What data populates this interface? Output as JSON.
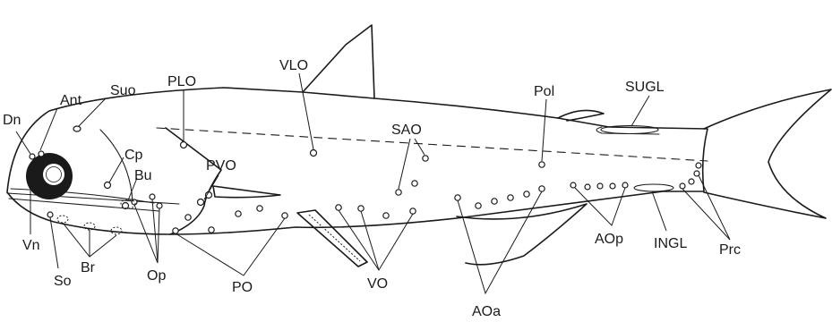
{
  "labels": {
    "dn": "Dn",
    "ant": "Ant",
    "suo": "Suo",
    "plo": "PLO",
    "vlo": "VLO",
    "sao": "SAO",
    "pol": "Pol",
    "sugl": "SUGL",
    "cp": "Cp",
    "bu": "Bu",
    "pvo": "PVO",
    "vn": "Vn",
    "so": "So",
    "br": "Br",
    "op": "Op",
    "po": "PO",
    "vo": "VO",
    "aoa": "AOa",
    "aop": "AOp",
    "ingl": "INGL",
    "prc": "Prc"
  },
  "colors": {
    "ink": "#1a1a1a",
    "background": "#ffffff"
  }
}
